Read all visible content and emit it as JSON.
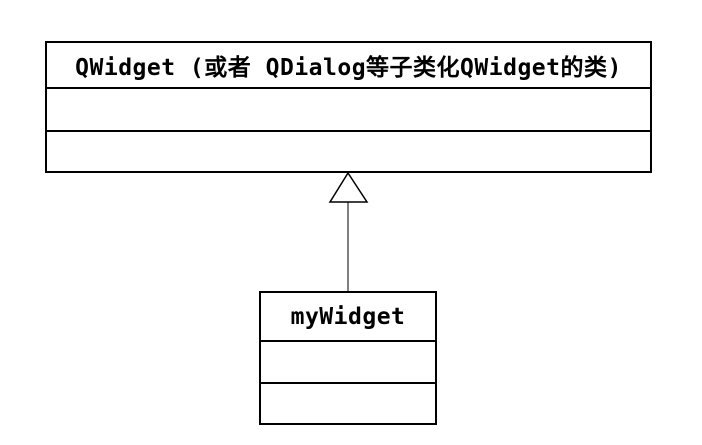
{
  "diagram": {
    "type": "uml-class-inheritance",
    "parent_class": {
      "name": "QWidget (或者 QDialog等子类化QWidget的类)",
      "attributes": [],
      "methods": []
    },
    "child_class": {
      "name": "myWidget",
      "attributes": [],
      "methods": []
    },
    "relationship": "generalization",
    "colors": {
      "line": "#000000",
      "background": "#ffffff"
    }
  }
}
